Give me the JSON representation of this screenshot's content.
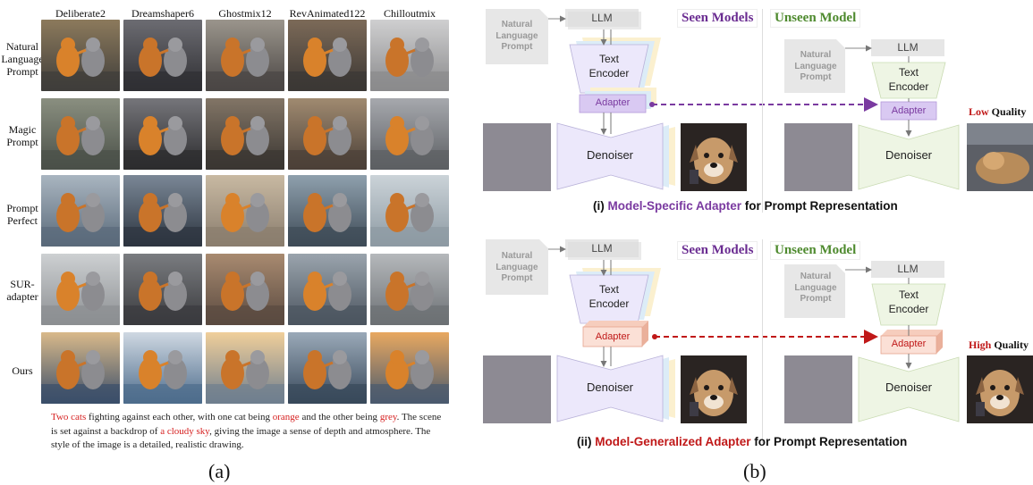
{
  "panel_a": {
    "columns": [
      "Deliberate2",
      "Dreamshaper6",
      "Ghostmix12",
      "RevAnimated122",
      "Chilloutmix"
    ],
    "rows": [
      [
        "Natural",
        "Language",
        "Prompt"
      ],
      [
        "Magic",
        "Prompt"
      ],
      [
        "Prompt",
        "Perfect"
      ],
      [
        "SUR-",
        "adapter"
      ],
      [
        "Ours"
      ]
    ],
    "caption": {
      "p1": "Two cats",
      "p2": " fighting against each other, with one cat being ",
      "p3": "orange",
      "p4": " and the other being ",
      "p5": "grey",
      "p6": ". The scene is set against a backdrop of ",
      "p7": "a cloudy sky",
      "p8": ", giving the image a sense of depth and atmosphere. The style of the image is a detailed, realistic drawing."
    },
    "label": "(a)"
  },
  "panel_b": {
    "label": "(b)",
    "natural_prompt": [
      "Natural",
      "Language",
      "Prompt"
    ],
    "llm": "LLM",
    "text_encoder": [
      "Text",
      "Encoder"
    ],
    "adapter": "Adapter",
    "denoiser": "Denoiser",
    "seen": "Seen Models",
    "unseen": "Unseen Model",
    "low": "Low",
    "high": "High",
    "quality": " Quality",
    "title_i": {
      "prefix": "(i) ",
      "highlight": "Model-Specific Adapter",
      "suffix": " for Prompt Representation"
    },
    "title_ii": {
      "prefix": "(ii) ",
      "highlight": "Model-Generalized Adapter",
      "suffix": " for Prompt Representation"
    }
  },
  "colors": {
    "purple": "#7a3aa0",
    "red": "#c01818",
    "green": "#4e8a2e",
    "denoiser_seen": "#ece8fb",
    "denoiser_unseen": "#eef5e4",
    "adapter_specific": "#d9c9f2",
    "adapter_general": "#fbe0d6"
  }
}
